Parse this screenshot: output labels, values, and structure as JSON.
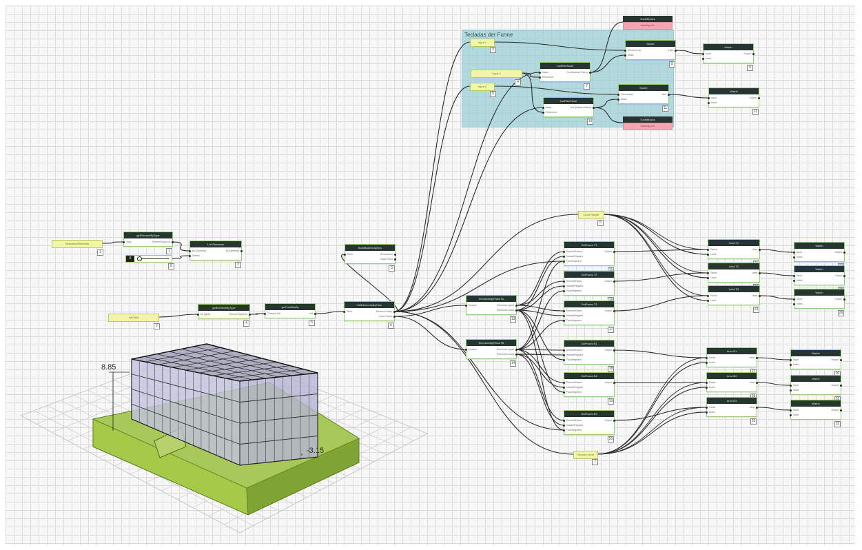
{
  "group": {
    "title": "Tecladas der Funne"
  },
  "dimensions": {
    "top": "8.85",
    "bottom": "-3.15"
  },
  "pills": [
    {
      "label": "Selection/Elements",
      "foot": "1"
    },
    {
      "label": "All Field",
      "foot": "2"
    },
    {
      "label": "Input 1",
      "foot": "3"
    },
    {
      "label": "Input 2",
      "foot": "4"
    },
    {
      "label": "Input 3",
      "foot": "5"
    },
    {
      "label": "Level Height",
      "foot": "6"
    },
    {
      "label": "Ground Level",
      "foot": "7"
    }
  ],
  "slider": {
    "value": "0",
    "foot": "8"
  },
  "nodes": [
    {
      "title": "getElementByType",
      "inputs": [
        "Type"
      ],
      "outputs": [
        "ElementTypeList"
      ],
      "foot": "1"
    },
    {
      "title": "List.Elements",
      "inputs": [
        "All Elements",
        "Indices"
      ],
      "outputs": [
        "All Elements"
      ],
      "foot": "2"
    },
    {
      "title": "BuildBaseGraphics",
      "inputs": [
        "Elem"
      ],
      "outputs": [
        "Geometries",
        "Object Kind"
      ],
      "foot": "3"
    },
    {
      "title": "getElementByType",
      "inputs": [
        "All Types"
      ],
      "outputs": [
        "ElementTypeList"
      ],
      "foot": "4"
    },
    {
      "title": "getFamiliesBy",
      "inputs": [
        "Ordered List"
      ],
      "outputs": [
        "List"
      ],
      "foot": "5"
    },
    {
      "title": "GetElementsByFace",
      "inputs": [
        "Elem"
      ],
      "outputs": [
        "Element Faces",
        "Level Faces"
      ],
      "foot": "6"
    },
    {
      "title": "ListFilterNode",
      "inputs": [
        "Mask",
        "Reference"
      ],
      "outputs": [
        "Out Matched Elems"
      ],
      "foot": "7"
    },
    {
      "title": "Model",
      "inputs": [
        "Element List",
        "Mask"
      ],
      "outputs": [
        "Lists"
      ],
      "foot": "8"
    },
    {
      "title": "Watch",
      "inputs": [
        "Input",
        "Index"
      ],
      "outputs": [
        "Output"
      ],
      "foot": "9"
    },
    {
      "title": "ListFilterNode",
      "inputs": [
        "Mask",
        "Reference"
      ],
      "outputs": [
        "Out Matched Elems"
      ],
      "foot": "10"
    },
    {
      "title": "Model",
      "inputs": [
        "Geometries",
        "Mask"
      ],
      "outputs": [
        "Lists"
      ],
      "foot": "11"
    },
    {
      "title": "Watch",
      "inputs": [
        "Input",
        "Index"
      ],
      "outputs": [
        "Output"
      ],
      "foot": "12"
    },
    {
      "title": "ElementsByPlaneTA",
      "inputs": [
        "Surface"
      ],
      "outputs": [
        "Elements Upper",
        "Elements Lower"
      ],
      "foot": "13"
    },
    {
      "title": "ElementsByPlaneTB",
      "inputs": [
        "Surface"
      ],
      "outputs": [
        "Elements Upper",
        "Elements Lower"
      ],
      "foot": "14"
    },
    {
      "title": "GetFaces T1",
      "inputs": [
        "ElementFaces",
        "IncludeRegions",
        "FaceSegment"
      ],
      "outputs": [
        "Output"
      ],
      "foot": "15"
    },
    {
      "title": "GetFaces T2",
      "inputs": [
        "ElementFaces",
        "IncludeRegions",
        "FaceSegment"
      ],
      "outputs": [
        "Output"
      ],
      "foot": "16"
    },
    {
      "title": "GetFaces T3",
      "inputs": [
        "ElementFaces",
        "IncludeRegions",
        "FaceSegment"
      ],
      "outputs": [
        "Output"
      ],
      "foot": "17"
    },
    {
      "title": "GetFaces B1",
      "inputs": [
        "ElementFaces",
        "IncludeRegions",
        "FaceSegment"
      ],
      "outputs": [
        "Output"
      ],
      "foot": "18"
    },
    {
      "title": "GetFaces B2",
      "inputs": [
        "ElementFaces",
        "IncludeRegions",
        "FaceSegment"
      ],
      "outputs": [
        "Output"
      ],
      "foot": "19"
    },
    {
      "title": "GetFaces B3",
      "inputs": [
        "ElementFaces",
        "IncludeRegions",
        "FaceSegment"
      ],
      "outputs": [
        "Output"
      ],
      "foot": "20"
    },
    {
      "title": "Area T1",
      "inputs": [
        "Faces",
        "Level"
      ],
      "outputs": [
        "Area"
      ],
      "foot": "21"
    },
    {
      "title": "Area T2",
      "inputs": [
        "Faces",
        "Level"
      ],
      "outputs": [
        "Area"
      ],
      "foot": "22"
    },
    {
      "title": "Area T3",
      "inputs": [
        "Faces",
        "Level"
      ],
      "outputs": [
        "Area"
      ],
      "foot": "23"
    },
    {
      "title": "Watch",
      "inputs": [
        "Input",
        "Index"
      ],
      "outputs": [
        "Output"
      ],
      "foot": "24"
    },
    {
      "title": "Watch",
      "inputs": [
        "Input",
        "Index"
      ],
      "outputs": [
        "Output"
      ],
      "foot": "25"
    },
    {
      "title": "Watch",
      "inputs": [
        "Input",
        "Index"
      ],
      "outputs": [
        "Output"
      ],
      "foot": "26"
    },
    {
      "title": "Area B1",
      "inputs": [
        "Faces",
        "Level"
      ],
      "outputs": [
        "Area"
      ],
      "foot": "27"
    },
    {
      "title": "Area B2",
      "inputs": [
        "Faces",
        "Level"
      ],
      "outputs": [
        "Area"
      ],
      "foot": "28"
    },
    {
      "title": "Area B3",
      "inputs": [
        "Faces",
        "Level"
      ],
      "outputs": [
        "Area"
      ],
      "foot": "29"
    },
    {
      "title": "Watch",
      "inputs": [
        "Input",
        "Index"
      ],
      "outputs": [
        "Output"
      ],
      "foot": "30"
    },
    {
      "title": "Watch",
      "inputs": [
        "Input",
        "Index"
      ],
      "outputs": [
        "Output"
      ],
      "foot": "31"
    },
    {
      "title": "Watch",
      "inputs": [
        "Input",
        "Index"
      ],
      "outputs": [
        "Output"
      ],
      "foot": "32"
    }
  ],
  "pink_nodes": [
    {
      "title": "CodeBlocks",
      "body": "Warning Info"
    },
    {
      "title": "CodeBlocks",
      "body": "Warning Info"
    }
  ]
}
